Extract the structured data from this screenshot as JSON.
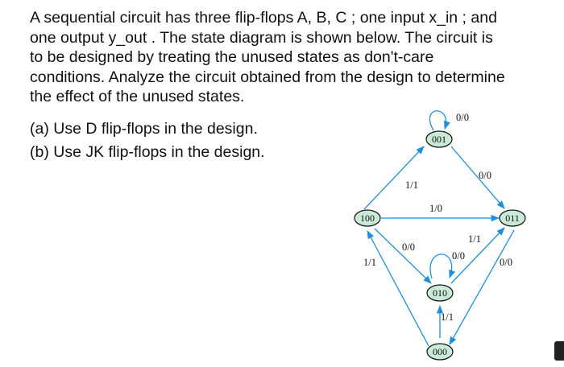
{
  "problem": {
    "line1": "A sequential circuit has three flip-flops A, B, C ; one input x_in ; and",
    "line2": "one output y_out . The state diagram is shown below. The circuit is",
    "line3": "to be designed by treating the unused states as don't-care",
    "line4": "conditions. Analyze the circuit obtained from the design to determine",
    "line5": "the effect of the unused states."
  },
  "parts": {
    "a": "(a) Use D flip-flops in the design.",
    "b": "(b) Use JK flip-flops in the design."
  },
  "diagram": {
    "states": {
      "s001": "001",
      "s011": "011",
      "s100": "100",
      "s010": "010",
      "s000": "000"
    },
    "transitions": {
      "t001_self": "0/0",
      "t001_011": "0/0",
      "t100_001": "1/1",
      "t100_011": "1/0",
      "t100_010": "0/0",
      "t010_self": "0/0",
      "t010_011": "1/1",
      "t011_000": "0/0",
      "t000_100": "1/1",
      "t000_010": "1/1"
    }
  }
}
